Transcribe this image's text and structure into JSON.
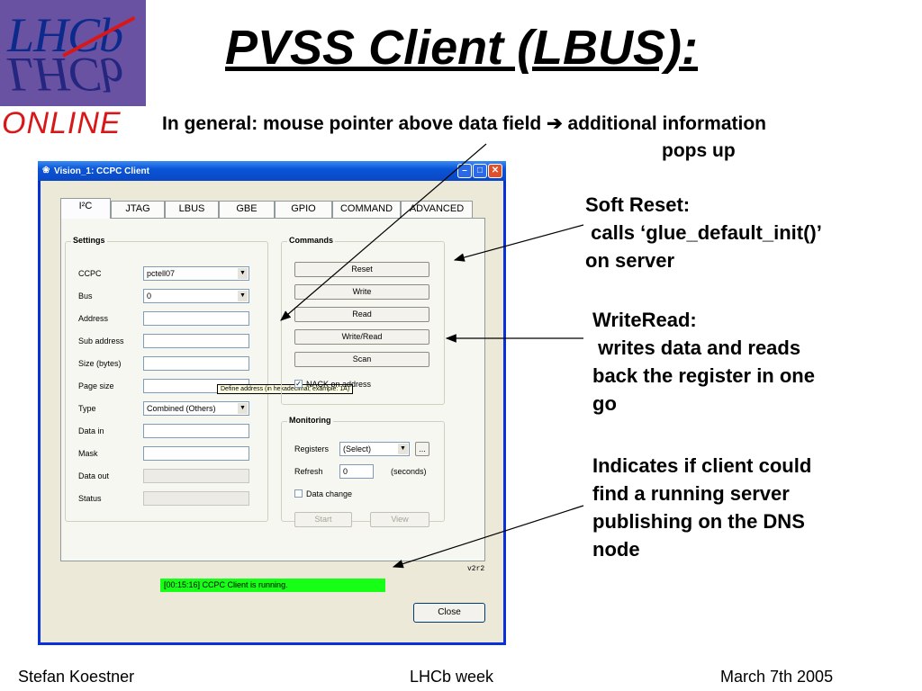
{
  "logo": {
    "text": "LHCb",
    "mirror": "LHCb",
    "online": "ONLINE"
  },
  "slide": {
    "title": "PVSS Client (LBUS):",
    "subtitle_line1": "In general: mouse pointer above data field ➔ additional information",
    "subtitle_line2": "pops up"
  },
  "notes": {
    "soft_reset": [
      "Soft Reset:",
      " calls ‘glue_default_init()’",
      "on server"
    ],
    "writeread": [
      "WriteRead:",
      " writes data and reads",
      "back the register in one",
      "go"
    ],
    "indicates": [
      "Indicates if client could",
      "find a running server",
      "publishing on the DNS",
      "node"
    ]
  },
  "footer": {
    "author": "Stefan Koestner",
    "event": "LHCb week",
    "date": "March 7th 2005"
  },
  "window": {
    "title": "Vision_1: CCPC Client",
    "tabs": [
      "I²C",
      "JTAG",
      "LBUS",
      "GBE",
      "GPIO",
      "COMMAND",
      "ADVANCED"
    ],
    "active_tab": "I²C",
    "settings": {
      "label": "Settings",
      "ccpc_label": "CCPC",
      "ccpc_value": "pctell07",
      "bus_label": "Bus",
      "bus_value": "0",
      "address_label": "Address",
      "address_value": "",
      "subaddress_label": "Sub address",
      "size_label": "Size (bytes)",
      "pagesize_label": "Page size",
      "type_label": "Type",
      "type_value": "Combined (Others)",
      "datain_label": "Data in",
      "mask_label": "Mask",
      "dataout_label": "Data out",
      "status_label": "Status"
    },
    "tooltip": "Define address (in hexadecimal; example: 1A)",
    "commands": {
      "label": "Commands",
      "buttons": [
        "Reset",
        "Write",
        "Read",
        "Write/Read",
        "Scan"
      ],
      "nack_label": "NACK on address",
      "nack_checked": true
    },
    "monitoring": {
      "label": "Monitoring",
      "registers_label": "Registers",
      "registers_value": "(Select)",
      "browse_label": "...",
      "refresh_label": "Refresh",
      "refresh_value": "0",
      "refresh_unit": "(seconds)",
      "datachange_label": "Data change",
      "start_label": "Start",
      "view_label": "View"
    },
    "version": "v2r2",
    "status_text": "[00:15:16] CCPC Client is running.",
    "status_color": "#17ff17",
    "close_label": "Close"
  }
}
